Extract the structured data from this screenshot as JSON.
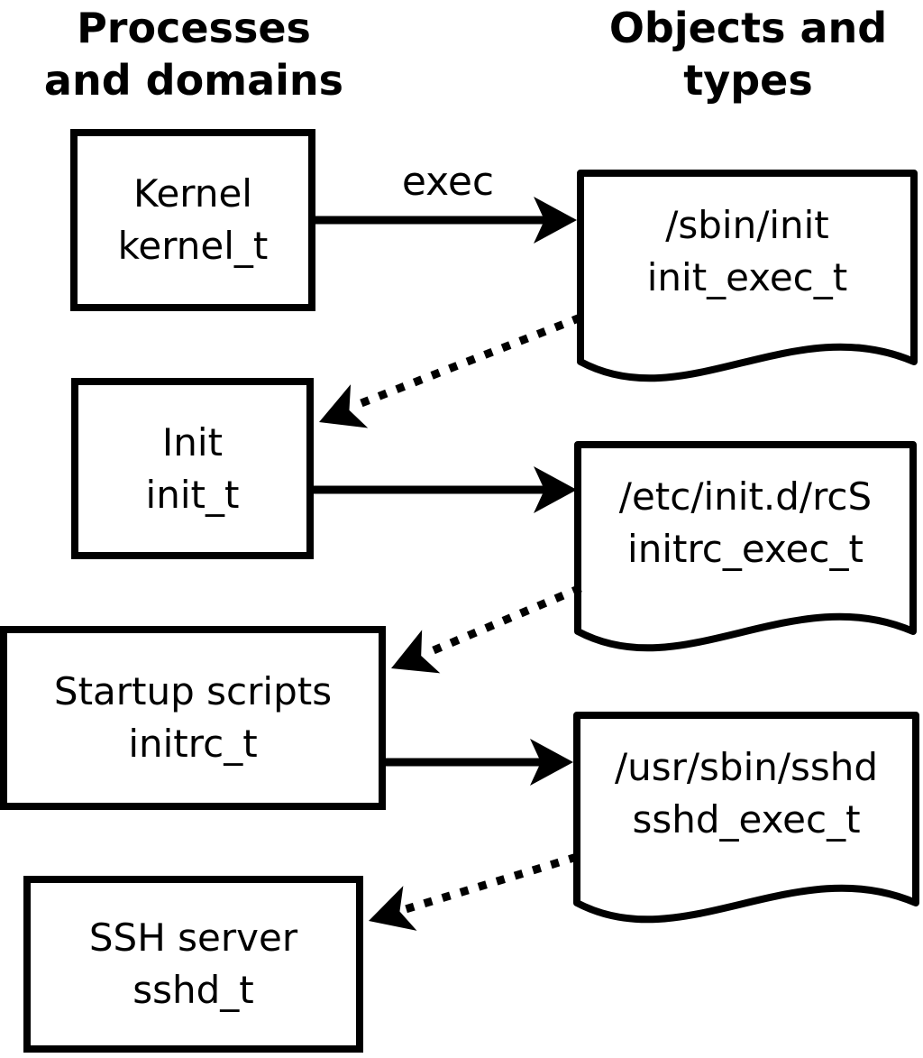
{
  "column_headers": {
    "left": {
      "line1": "Processes",
      "line2": "and domains"
    },
    "right": {
      "line1": "Objects and",
      "line2": "types"
    }
  },
  "process_boxes": [
    {
      "id": "kernel",
      "name": "Kernel",
      "domain": "kernel_t"
    },
    {
      "id": "init",
      "name": "Init",
      "domain": "init_t"
    },
    {
      "id": "startup-scripts",
      "name": "Startup scripts",
      "domain": "initrc_t"
    },
    {
      "id": "ssh-server",
      "name": "SSH server",
      "domain": "sshd_t"
    }
  ],
  "object_documents": [
    {
      "id": "sbin-init",
      "path": "/sbin/init",
      "type": "init_exec_t"
    },
    {
      "id": "etc-initd-rcs",
      "path": "/etc/init.d/rcS",
      "type": "initrc_exec_t"
    },
    {
      "id": "usr-sbin-sshd",
      "path": "/usr/sbin/sshd",
      "type": "sshd_exec_t"
    }
  ],
  "edges": [
    {
      "from": "Kernel (kernel_t)",
      "to": "/sbin/init (init_exec_t)",
      "label": "exec",
      "style": "solid"
    },
    {
      "from": "/sbin/init (init_exec_t)",
      "to": "Init (init_t)",
      "label": "",
      "style": "dotted"
    },
    {
      "from": "Init (init_t)",
      "to": "/etc/init.d/rcS (initrc_exec_t)",
      "label": "",
      "style": "solid"
    },
    {
      "from": "/etc/init.d/rcS (initrc_exec_t)",
      "to": "Startup scripts (initrc_t)",
      "label": "",
      "style": "dotted"
    },
    {
      "from": "Startup scripts (initrc_t)",
      "to": "/usr/sbin/sshd (sshd_exec_t)",
      "label": "",
      "style": "solid"
    },
    {
      "from": "/usr/sbin/sshd (sshd_exec_t)",
      "to": "SSH server (sshd_t)",
      "label": "",
      "style": "dotted"
    }
  ],
  "colors": {
    "foreground": "#000000",
    "background": "#ffffff"
  }
}
